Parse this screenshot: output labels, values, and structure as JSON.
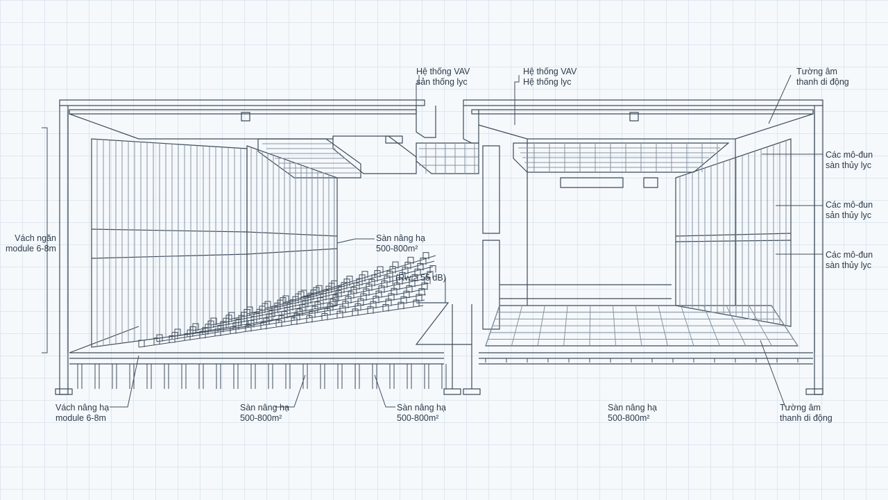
{
  "labels": {
    "vav_left": [
      "Hệ thống VAV",
      "sản thống lyc"
    ],
    "vav_right": [
      "Hệ thống VAV",
      "Hệ thống lyc"
    ],
    "wall_top_right": [
      "Tường âm",
      "thanh di động"
    ],
    "partition_left": [
      "Vách ngăn",
      "module 6-8m"
    ],
    "floor_mid": [
      "Sàn nâng hạ",
      "500-800m²"
    ],
    "rw": "(Rw ≥ 55 dB)",
    "modules_1": [
      "Các mô-đun",
      "sàn thủy lyc"
    ],
    "modules_2": [
      "Các mô-đun",
      "sản thủy lyc"
    ],
    "modules_3": [
      "Các mô-đun",
      "sàn thủy lyc"
    ],
    "bottom_wall_left": [
      "Vách nâng hạ",
      "module 6-8m"
    ],
    "bottom_floor_1": [
      "Sàn nâng hạ",
      "500-800m²"
    ],
    "bottom_floor_2": [
      "Sàn nâng hạ",
      "500-800m²"
    ],
    "bottom_floor_3": [
      "Sàn nâng hạ",
      "500-800m²"
    ],
    "bottom_wall_right": [
      "Tường âm",
      "thanh di động"
    ]
  },
  "colors": {
    "line": "#3d4b5a",
    "light": "#8593a1",
    "grid": "#dde6ef"
  }
}
